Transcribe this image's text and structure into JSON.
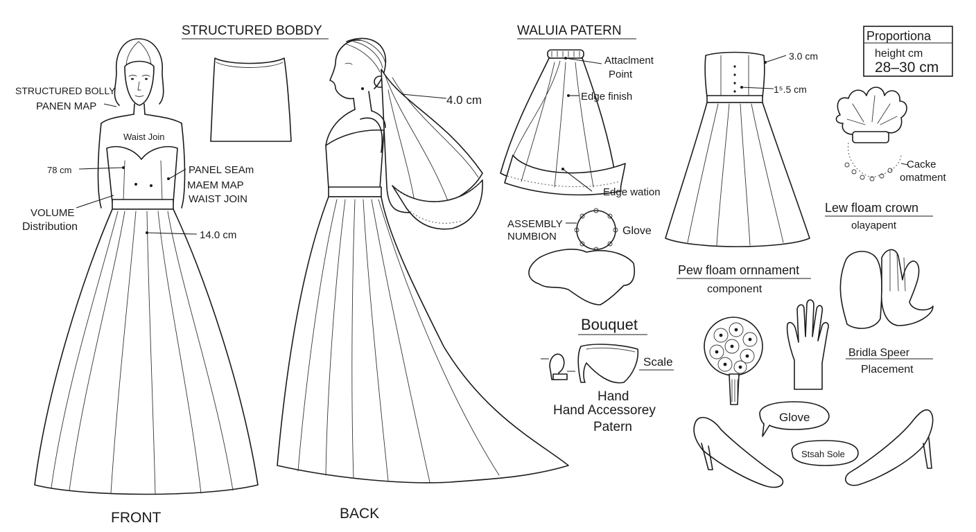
{
  "front_view": {
    "caption": "FRONT",
    "labels": {
      "structured_bolly": "STRUCTURED BOLLY",
      "panen_map": "PANEN MAP",
      "waist_join_top": "Waist Join",
      "measure_78": "78 cm",
      "volume": "VOLUME",
      "distribution": "Distribution",
      "panel_seam": "PANEL SEAm",
      "maem_map": "MAEM MAP",
      "waist_join": "WAIST JOIN",
      "measure_14": "14.0 cm"
    }
  },
  "bodice": {
    "title": "STRUCTURED BOBDY"
  },
  "back_view": {
    "caption": "BACK",
    "veil_measure": "4.0 cm"
  },
  "veil_pattern": {
    "title": "WALUIA PATERN",
    "attachment": "Attaclment",
    "point": "Point",
    "edge_finish": "Edge finish",
    "edge_wation": "Edge wation"
  },
  "assembly": {
    "line1": "ASSEMBLY",
    "line2": "NUMBION",
    "glove": "Glove"
  },
  "dress_flat": {
    "measure_top": "3.0 cm",
    "measure_mid": "1⁵.5 cm"
  },
  "proportion_box": {
    "title": "Proportiona",
    "line1": "height cm",
    "line2": "28–30 cm"
  },
  "crown": {
    "cacke": "Cacke",
    "ornament": "omatment",
    "title": "Lew floam crown",
    "subtitle": "olayapent"
  },
  "floral_ornament": {
    "title": "Pew floam ornnament",
    "subtitle": "component"
  },
  "bouquet": {
    "title": "Bouquet"
  },
  "shoe_scale": {
    "label": "Scale"
  },
  "hand_accessory": {
    "line1": "Hand",
    "line2": "Hand Accessorey",
    "line3": "Patern"
  },
  "bridal": {
    "title": "Bridla Speer",
    "subtitle": "Placement"
  },
  "callouts": {
    "glove": "Glove",
    "sole": "Stsah Sole"
  },
  "colors": {
    "ink": "#1a1a1a",
    "paper": "#ffffff"
  }
}
